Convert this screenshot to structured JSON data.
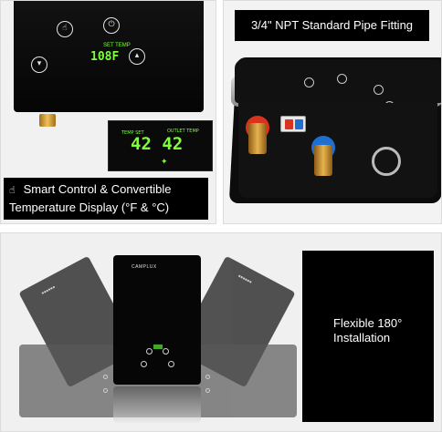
{
  "top_left": {
    "small_display": {
      "digits": "108F",
      "mark": "SET TEMP"
    },
    "inset_display": {
      "labels": {
        "left": "TEMP SET",
        "right": "OUTLET TEMP"
      },
      "digits": "42 42"
    },
    "caption": {
      "icon": "hand-tap-icon",
      "line1": "Smart Control & Convertible",
      "line2": "Temperature Display (°F & °C)"
    }
  },
  "top_right": {
    "caption": "3/4\" NPT Standard Pipe Fitting"
  },
  "bottom": {
    "brand": "CAMPLUX",
    "caption": {
      "line1": "Flexible 180°",
      "line2": "Installation"
    }
  },
  "colors": {
    "lcd_green": "#7dff3b",
    "hot_port": "#d9331e",
    "cold_port": "#1f6fd1",
    "brass": "#e6b34d"
  }
}
